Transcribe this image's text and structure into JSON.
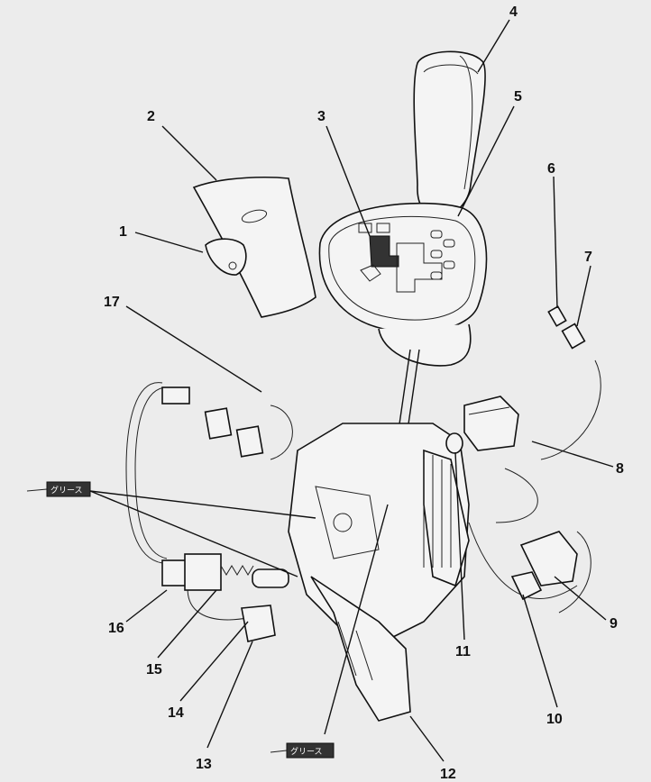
{
  "callouts": [
    {
      "id": "1",
      "label": "1"
    },
    {
      "id": "2",
      "label": "2"
    },
    {
      "id": "3",
      "label": "3"
    },
    {
      "id": "4",
      "label": "4"
    },
    {
      "id": "5",
      "label": "5"
    },
    {
      "id": "6",
      "label": "6"
    },
    {
      "id": "7",
      "label": "7"
    },
    {
      "id": "8",
      "label": "8"
    },
    {
      "id": "9",
      "label": "9"
    },
    {
      "id": "10",
      "label": "10"
    },
    {
      "id": "11",
      "label": "11"
    },
    {
      "id": "12",
      "label": "12"
    },
    {
      "id": "13",
      "label": "13"
    },
    {
      "id": "14",
      "label": "14"
    },
    {
      "id": "15",
      "label": "15"
    },
    {
      "id": "16",
      "label": "16"
    },
    {
      "id": "17",
      "label": "17"
    }
  ],
  "grease_tags": [
    {
      "text": "グリース"
    },
    {
      "text": "グリース"
    }
  ]
}
